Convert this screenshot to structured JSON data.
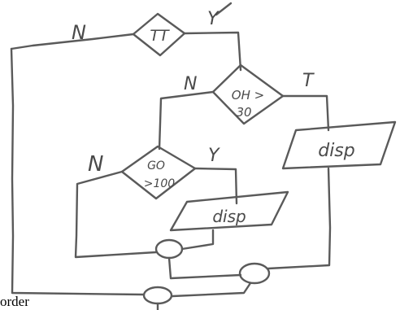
{
  "diagram": {
    "decisions": [
      {
        "text": "TT"
      },
      {
        "text": "OH >",
        "text2": "30"
      },
      {
        "text": "GO",
        "text2": ">100"
      }
    ],
    "outputs": [
      {
        "text": "disp"
      },
      {
        "text": "disp"
      }
    ],
    "branch_labels": {
      "top_no": "N",
      "top_yes": "Y",
      "mid_no": "N",
      "mid_yes": "T",
      "low_no": "N",
      "low_yes": "Y"
    },
    "caption": "order"
  },
  "colors": {
    "ink": "#5a5a5a",
    "background": "#ffffff"
  }
}
